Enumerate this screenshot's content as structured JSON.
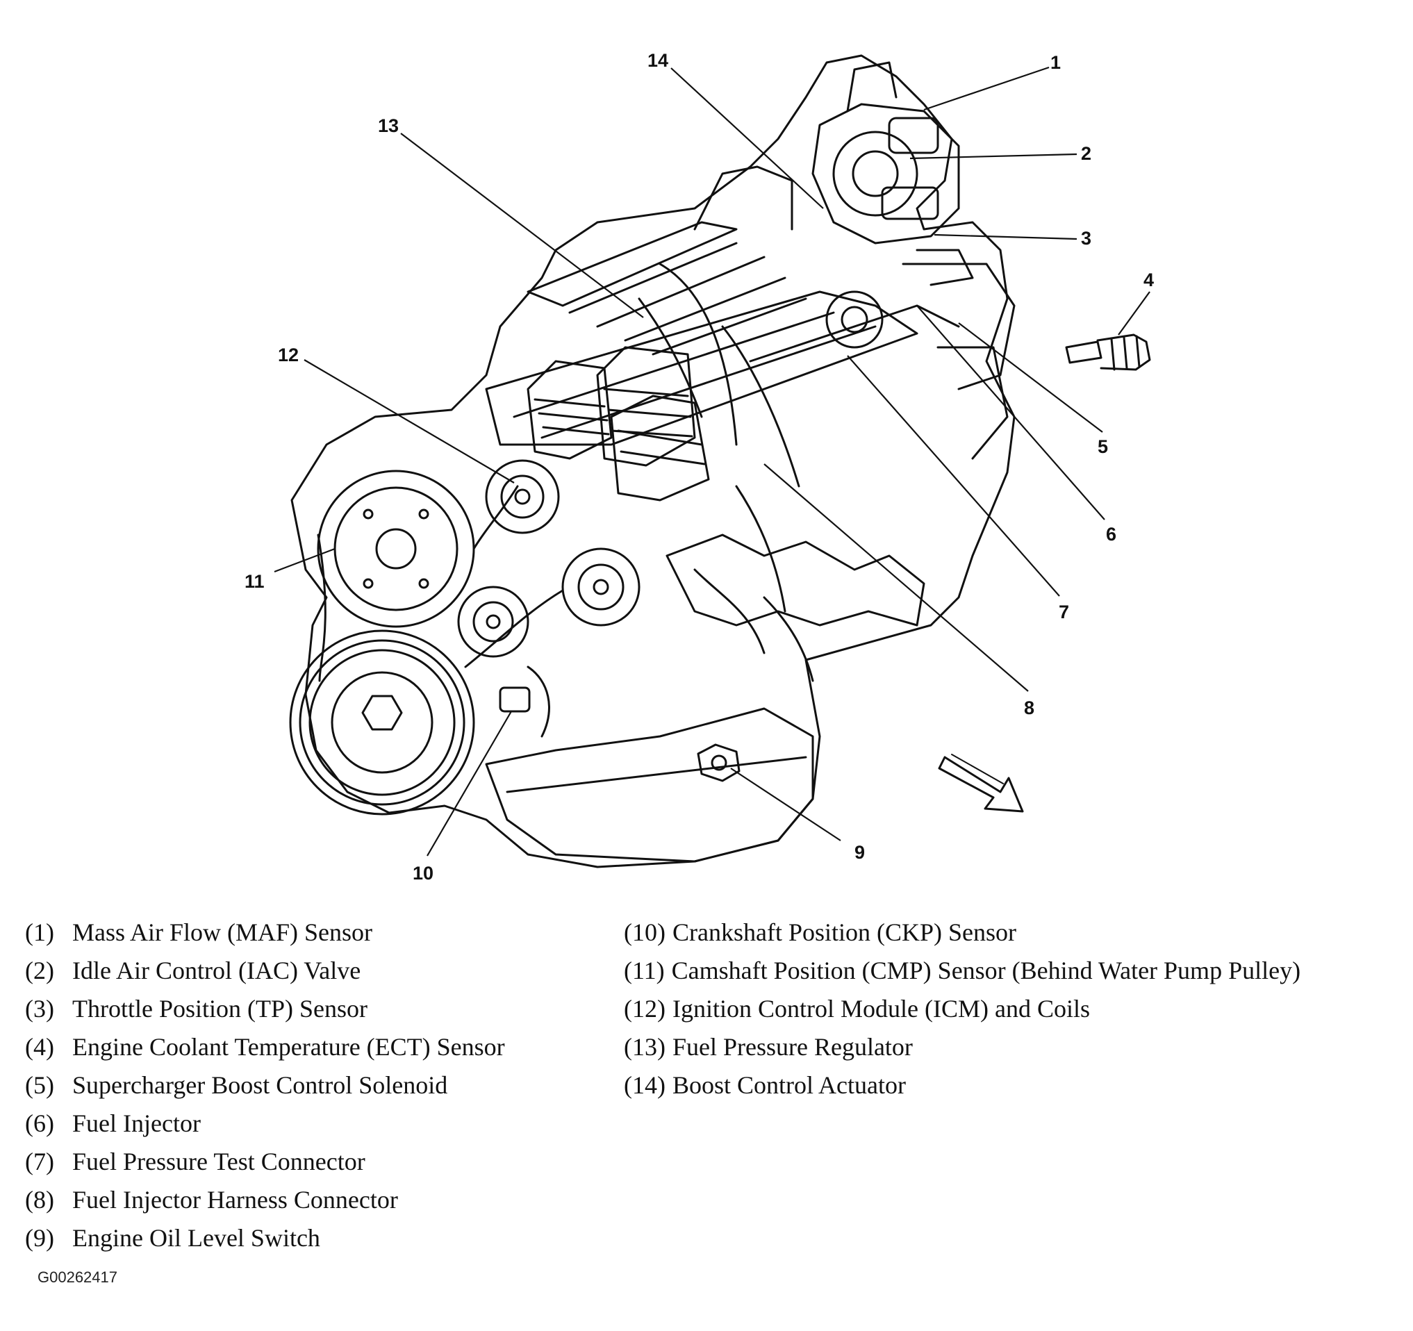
{
  "callouts": [
    {
      "num": "1",
      "label": "Mass Air Flow (MAF) Sensor"
    },
    {
      "num": "2",
      "label": "Idle Air Control (IAC) Valve"
    },
    {
      "num": "3",
      "label": "Throttle Position (TP) Sensor"
    },
    {
      "num": "4",
      "label": "Engine Coolant Temperature (ECT) Sensor"
    },
    {
      "num": "5",
      "label": "Supercharger Boost Control Solenoid"
    },
    {
      "num": "6",
      "label": "Fuel Injector"
    },
    {
      "num": "7",
      "label": "Fuel Pressure Test Connector"
    },
    {
      "num": "8",
      "label": "Fuel Injector Harness Connector"
    },
    {
      "num": "9",
      "label": "Engine Oil Level Switch"
    },
    {
      "num": "10",
      "label": "Crankshaft Position (CKP) Sensor"
    },
    {
      "num": "11",
      "label": "Camshaft Position (CMP) Sensor (Behind Water Pump Pulley)"
    },
    {
      "num": "12",
      "label": "Ignition Control Module (ICM) and Coils"
    },
    {
      "num": "13",
      "label": "Fuel Pressure Regulator"
    },
    {
      "num": "14",
      "label": "Boost Control Actuator"
    }
  ],
  "legend": {
    "left": [
      {
        "num": "(1)",
        "label": "Mass Air Flow (MAF) Sensor"
      },
      {
        "num": "(2)",
        "label": "Idle Air Control (IAC) Valve"
      },
      {
        "num": "(3)",
        "label": "Throttle Position (TP) Sensor"
      },
      {
        "num": "(4)",
        "label": "Engine Coolant Temperature (ECT) Sensor"
      },
      {
        "num": "(5)",
        "label": "Supercharger Boost Control Solenoid"
      },
      {
        "num": "(6)",
        "label": "Fuel Injector"
      },
      {
        "num": "(7)",
        "label": "Fuel Pressure Test Connector"
      },
      {
        "num": "(8)",
        "label": "Fuel Injector Harness Connector"
      },
      {
        "num": "(9)",
        "label": "Engine Oil Level Switch"
      }
    ],
    "right": [
      {
        "num": "(10)",
        "label": "Crankshaft Position (CKP) Sensor"
      },
      {
        "num": "(11)",
        "label": "Camshaft Position (CMP) Sensor (Behind Water Pump Pulley)"
      },
      {
        "num": "(12)",
        "label": "Ignition Control Module (ICM) and Coils"
      },
      {
        "num": "(13)",
        "label": "Fuel Pressure Regulator"
      },
      {
        "num": "(14)",
        "label": "Boost Control Actuator"
      }
    ]
  },
  "figure_code": "G00262417",
  "colors": {
    "ink": "#111111",
    "background": "#ffffff"
  }
}
